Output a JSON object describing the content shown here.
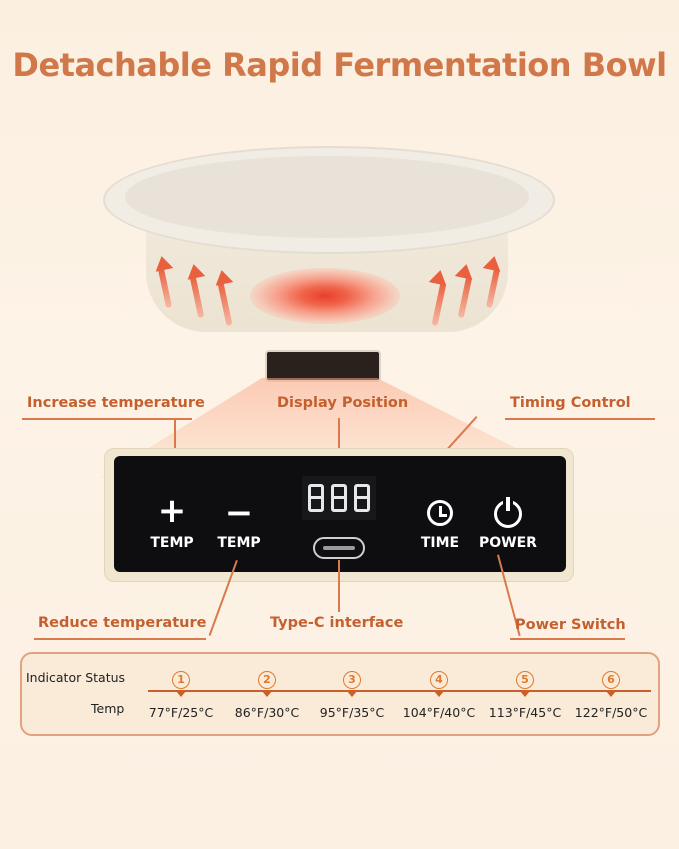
{
  "title": "Detachable Rapid Fermentation Bowl",
  "callouts": {
    "increase_temperature": "Increase temperature",
    "display_position": "Display Position",
    "timing_control": "Timing Control",
    "reduce_temperature": "Reduce temperature",
    "type_c_interface": "Type-C interface",
    "power_switch": "Power Switch"
  },
  "control_panel": {
    "plus_symbol": "+",
    "plus_label": "TEMP",
    "minus_symbol": "−",
    "minus_label": "TEMP",
    "time_label": "TIME",
    "power_label": "POWER",
    "display_icon": "segment-display-icon",
    "clock_icon": "clock-icon",
    "power_icon": "power-icon",
    "usb_icon": "usb-c-port-icon"
  },
  "indicator_table": {
    "status_label": "Indicator Status",
    "temp_label": "Temp",
    "levels": [
      {
        "num": "1",
        "temp": "77°F/25°C"
      },
      {
        "num": "2",
        "temp": "86°F/30°C"
      },
      {
        "num": "3",
        "temp": "95°F/35°C"
      },
      {
        "num": "4",
        "temp": "104°F/40°C"
      },
      {
        "num": "5",
        "temp": "113°F/45°C"
      },
      {
        "num": "6",
        "temp": "122°F/50°C"
      }
    ]
  },
  "colors": {
    "accent": "#d0784a",
    "label": "#c4602f",
    "heat": "#e8402c",
    "panel": "#0e0e10"
  }
}
